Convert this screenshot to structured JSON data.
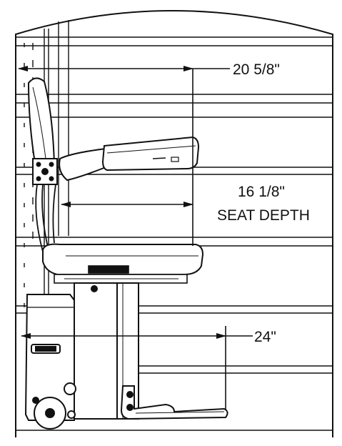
{
  "dimensions": {
    "overall_depth": {
      "value": "20 5/8\""
    },
    "seat_depth": {
      "value": "16 1/8\"",
      "caption": "SEAT DEPTH"
    },
    "footrest_depth": {
      "value": "24\""
    }
  },
  "colors": {
    "line": "#111111",
    "background": "#ffffff"
  }
}
